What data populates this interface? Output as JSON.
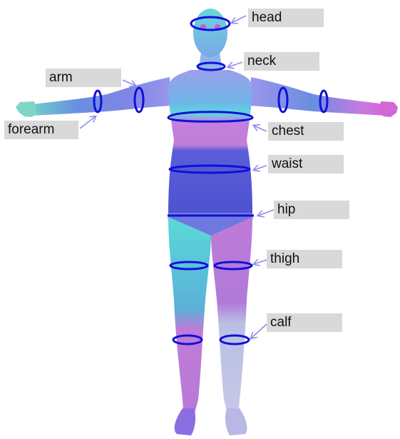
{
  "labels": {
    "head": "head",
    "neck": "neck",
    "arm": "arm",
    "forearm": "forearm",
    "chest": "chest",
    "waist": "waist",
    "hip": "hip",
    "thigh": "thigh",
    "calf": "calf"
  },
  "colors": {
    "label_box": "#d9d9d9",
    "arrow": "#8f8fe8",
    "ring": "#1010d8",
    "cyan": "#5ad8d8",
    "blue": "#5a5ad8",
    "magenta": "#c878d8",
    "grey_blue": "#b8c0e0"
  }
}
